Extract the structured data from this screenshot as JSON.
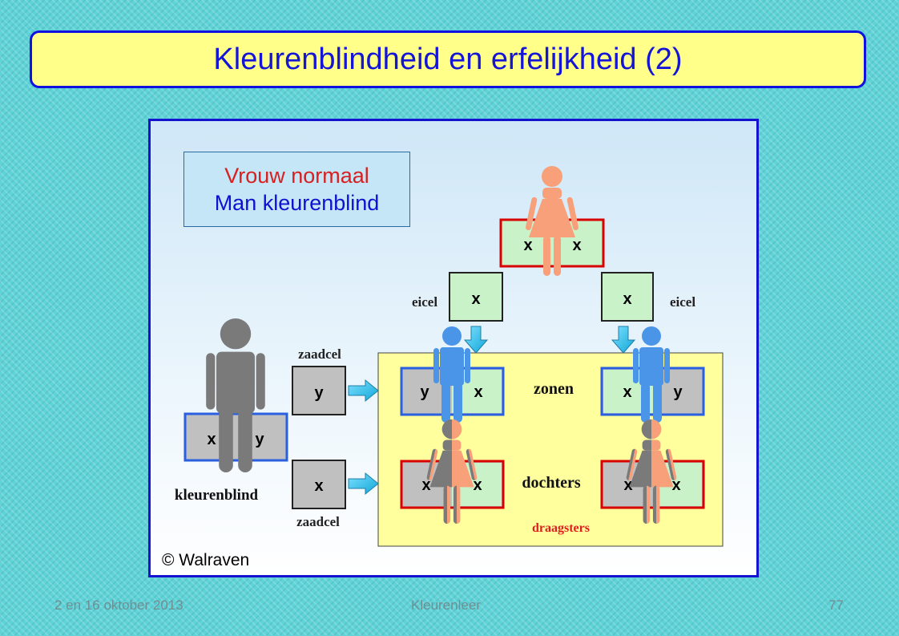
{
  "slide": {
    "title": "Kleurenblindheid en erfelijkheid (2)",
    "footer_left": "2 en 16 oktober 2013",
    "footer_center": "Kleurenleer",
    "footer_right": "77"
  },
  "figure": {
    "legend_line1": "Vrouw normaal",
    "legend_line2": "Man kleurenblind",
    "copyright": "© Walraven",
    "label_eicel_left": "eicel",
    "label_eicel_right": "eicel",
    "label_zaadcel_top": "zaadcel",
    "label_zaadcel_bottom": "zaadcel",
    "label_kleurenblind": "kleurenblind",
    "label_zonen": "zonen",
    "label_dochters": "dochters",
    "label_draagsters": "draagsters",
    "chrom_x": "x",
    "chrom_y": "y",
    "colors": {
      "normal_x_green": "#c9f2c9",
      "blind_x_gray": "#c0c0c0",
      "female_orange": "#f7a07a",
      "male_blue": "#4a95e8",
      "blind_gray": "#7a7a7a",
      "offspring_panel": "#ffff9e"
    }
  }
}
